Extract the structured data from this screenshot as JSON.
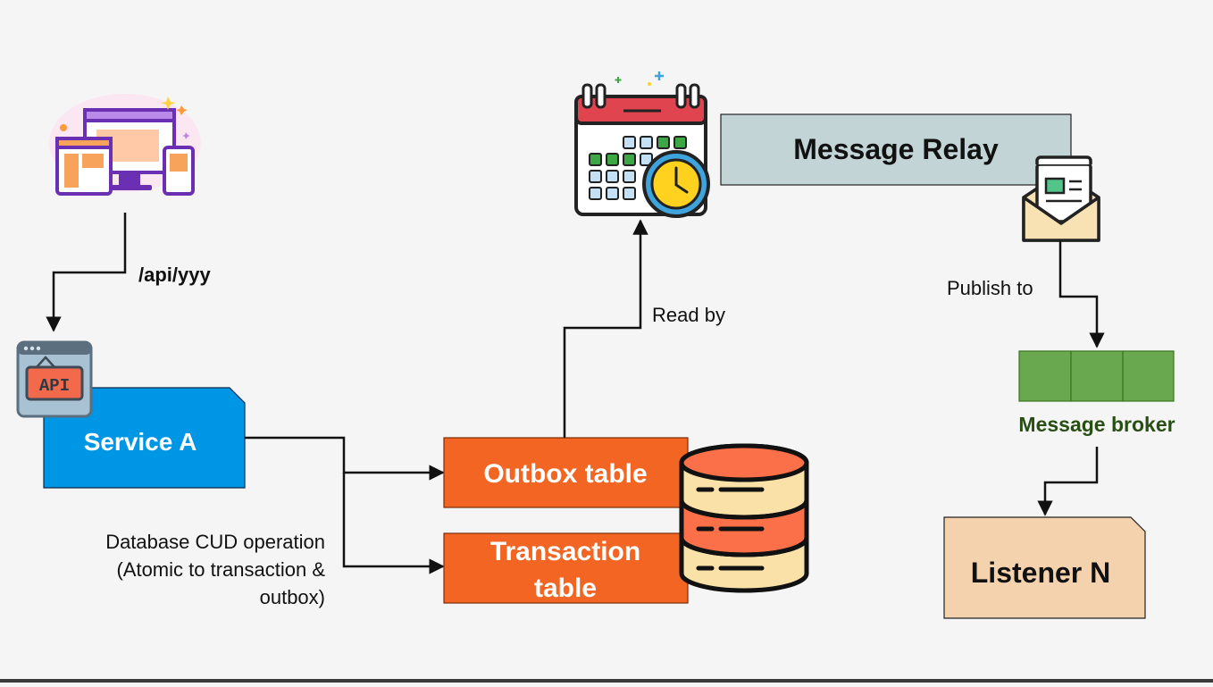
{
  "diagram": {
    "labels": {
      "api_path": "/api/yyy",
      "read_by": "Read by",
      "publish_to": "Publish to",
      "db_operation_line1": "Database CUD operation",
      "db_operation_line2": "(Atomic to transaction &",
      "db_operation_line3": "outbox)"
    },
    "nodes": {
      "service": "Service A",
      "outbox_table": "Outbox table",
      "transaction_table_line1": "Transaction",
      "transaction_table_line2": "table",
      "message_relay": "Message Relay",
      "message_broker": "Message broker",
      "listener": "Listener N",
      "api_badge": "API"
    },
    "colors": {
      "background": "#f5f5f5",
      "service": "#0096e6",
      "tables": "#f26522",
      "relay": "#c2d4d6",
      "broker": "#6aa84f",
      "broker_text": "#274e13",
      "listener": "#f3d2ad"
    },
    "icons": [
      "devices-icon",
      "api-window-icon",
      "calendar-clock-icon",
      "mail-envelope-icon",
      "database-icon"
    ]
  }
}
